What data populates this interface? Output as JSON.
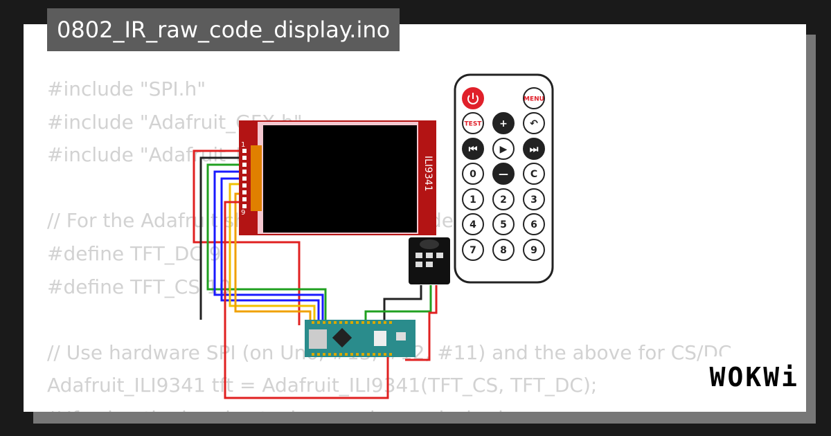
{
  "title": "0802_IR_raw_code_display.ino",
  "code_lines": [
    "#include \"SPI.h\"",
    "#include \"Adafruit_GFX.h\"",
    "#include \"Adafruit_ILI9341.h\"",
    "",
    "// For the Adafruit shield, these are the default.",
    "#define TFT_DC 9",
    "#define TFT_CS 10",
    "",
    "// Use hardware SPI (on Uno, #13, #12, #11) and the above for CS/DC",
    "Adafruit_ILI9341 tft = Adafruit_ILI9341(TFT_CS, TFT_DC);",
    "// If using the breakout, change pins as desired"
  ],
  "display": {
    "model": "ILI9341",
    "pin_first": "1",
    "pin_last": "9"
  },
  "remote": {
    "rows": [
      [
        {
          "label": "",
          "icon": "power-icon",
          "style": "red"
        },
        null,
        {
          "label": "MENU",
          "style": "outline"
        }
      ],
      [
        {
          "label": "TEST",
          "style": "outline"
        },
        {
          "label": "+",
          "style": "dark"
        },
        {
          "label": "↶",
          "icon": "back-arrow-icon",
          "style": "outline"
        }
      ],
      [
        {
          "label": "⏮",
          "icon": "previous-icon",
          "style": "dark"
        },
        {
          "label": "▶",
          "icon": "play-icon",
          "style": "outline"
        },
        {
          "label": "⏭",
          "icon": "next-icon",
          "style": "dark"
        }
      ],
      [
        {
          "label": "0",
          "style": "outline"
        },
        {
          "label": "—",
          "style": "dark"
        },
        {
          "label": "C",
          "style": "outline"
        }
      ],
      [
        {
          "label": "1",
          "style": "outline"
        },
        {
          "label": "2",
          "style": "outline"
        },
        {
          "label": "3",
          "style": "outline"
        }
      ],
      [
        {
          "label": "4",
          "style": "outline"
        },
        {
          "label": "5",
          "style": "outline"
        },
        {
          "label": "6",
          "style": "outline"
        }
      ],
      [
        {
          "label": "7",
          "style": "outline"
        },
        {
          "label": "8",
          "style": "outline"
        },
        {
          "label": "9",
          "style": "outline"
        }
      ]
    ]
  },
  "brand": "WOKWi",
  "colors": {
    "background": "#1a1a1a",
    "card": "#ffffff",
    "code_text": "#d2d2d2",
    "title_tab": "#5c5c5c",
    "display_board": "#b31414",
    "screen": "#000000",
    "nano_board": "#2a8c8c",
    "remote_red": "#e0202a",
    "remote_dark": "#222222"
  }
}
